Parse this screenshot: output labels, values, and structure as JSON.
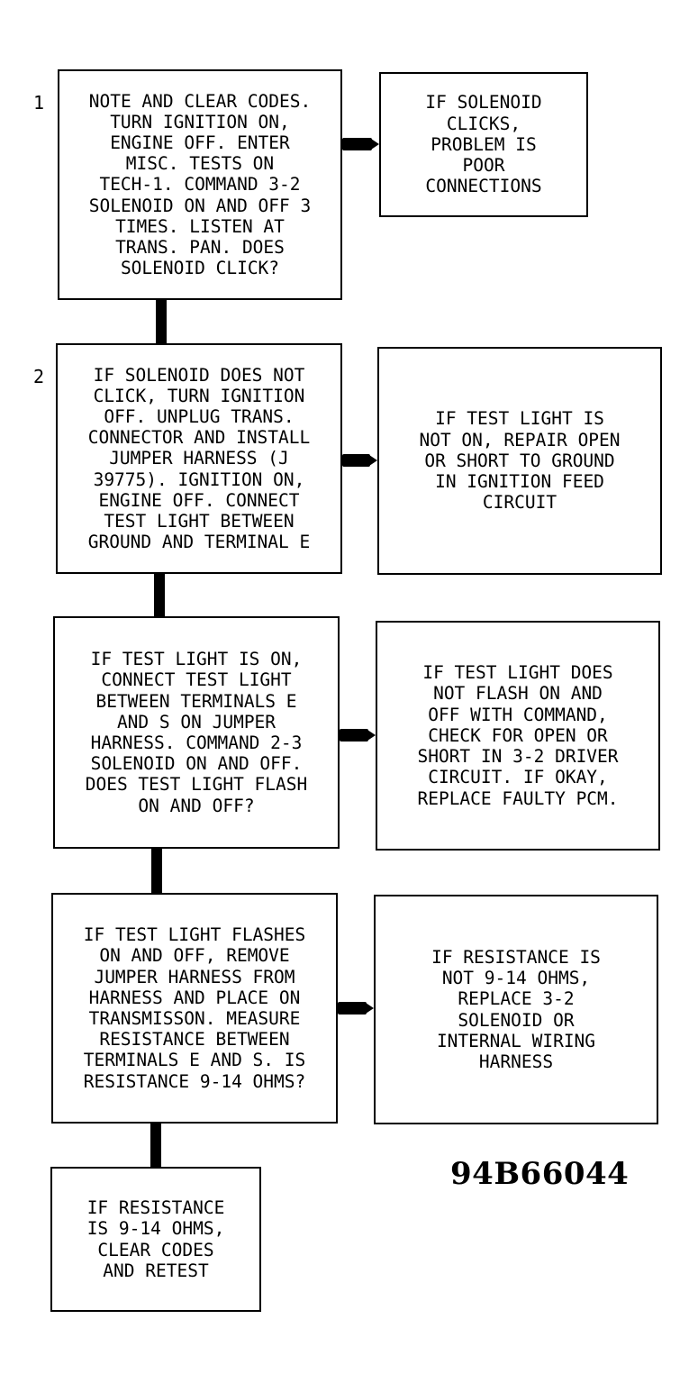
{
  "steps": [
    {
      "number": "1",
      "action": "NOTE AND CLEAR CODES.\nTURN IGNITION ON,\nENGINE OFF. ENTER\nMISC. TESTS ON\nTECH-1. COMMAND 3-2\nSOLENOID ON AND OFF 3\nTIMES. LISTEN AT\nTRANS. PAN. DOES\nSOLENOID CLICK?",
      "outcome": "IF SOLENOID\nCLICKS,\nPROBLEM IS\nPOOR\nCONNECTIONS"
    },
    {
      "number": "2",
      "action": "IF SOLENOID DOES NOT\nCLICK, TURN IGNITION\nOFF. UNPLUG TRANS.\nCONNECTOR AND INSTALL\nJUMPER HARNESS (J\n39775). IGNITION ON,\nENGINE OFF. CONNECT\nTEST LIGHT BETWEEN\nGROUND AND TERMINAL E",
      "outcome": "IF TEST LIGHT IS\nNOT ON, REPAIR OPEN\nOR SHORT TO GROUND\nIN IGNITION FEED\nCIRCUIT"
    },
    {
      "number": "",
      "action": "IF TEST LIGHT IS ON,\nCONNECT TEST LIGHT\nBETWEEN TERMINALS E\nAND S ON JUMPER\nHARNESS. COMMAND 2-3\nSOLENOID ON AND OFF.\nDOES TEST LIGHT FLASH\nON AND OFF?",
      "outcome": "IF TEST LIGHT DOES\nNOT FLASH ON AND\nOFF WITH COMMAND,\nCHECK FOR OPEN OR\nSHORT IN 3-2 DRIVER\nCIRCUIT. IF OKAY,\nREPLACE FAULTY PCM."
    },
    {
      "number": "",
      "action": "IF TEST LIGHT FLASHES\nON AND OFF, REMOVE\nJUMPER HARNESS FROM\nHARNESS AND PLACE ON\nTRANSMISSON. MEASURE\nRESISTANCE BETWEEN\nTERMINALS E AND S. IS\nRESISTANCE 9-14 OHMS?",
      "outcome": "IF RESISTANCE IS\nNOT 9-14 OHMS,\nREPLACE 3-2\nSOLENOID OR\nINTERNAL WIRING\nHARNESS"
    }
  ],
  "final": "IF RESISTANCE\nIS 9-14 OHMS,\nCLEAR CODES\nAND RETEST",
  "figure_id": "94B66044"
}
